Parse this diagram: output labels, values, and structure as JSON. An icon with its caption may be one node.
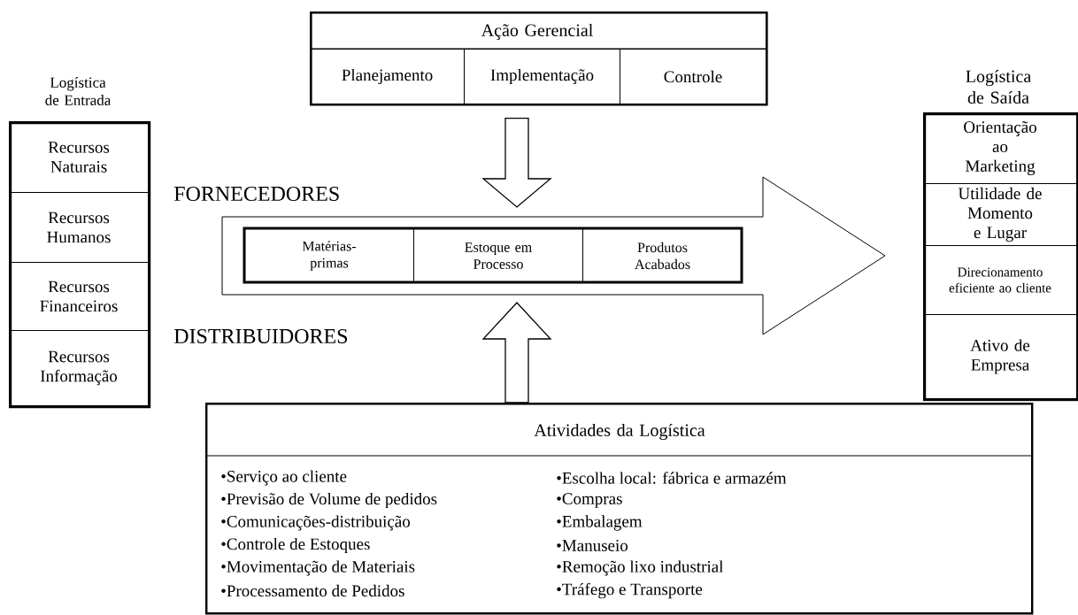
{
  "diagram": {
    "nodes": [
      {
        "text": [
          "Ação Gerencial"
        ]
      },
      {
        "text": [
          "Planejamento"
        ],
        "in": 0
      },
      {
        "text": [
          "Implementação"
        ],
        "in": 0
      },
      {
        "text": [
          "Controle"
        ],
        "in": 0
      },
      {
        "text": [],
        "shape": "arrow"
      },
      {
        "text": [
          "Matérias- primas"
        ],
        "in": 4
      },
      {
        "text": [
          "Estoque em Processo"
        ],
        "in": 4
      },
      {
        "text": [
          "Produtos Acabados"
        ],
        "in": 4
      },
      {
        "text": [
          "Logística de Entrada"
        ]
      },
      {
        "text": [
          "Recursos Naturais"
        ],
        "in": 8
      },
      {
        "text": [
          "Recursos Humanos"
        ],
        "in": 8
      },
      {
        "text": [
          "Recursos Financeiros"
        ],
        "in": 8
      },
      {
        "text": [
          "Recursos Informação"
        ],
        "in": 8
      },
      {
        "text": [
          "Logística de Saída"
        ]
      },
      {
        "text": [
          "Orientação ao Marketing"
        ],
        "in": 13
      },
      {
        "text": [
          "Utilidade de Momento e Lugar"
        ],
        "in": 13
      },
      {
        "text": [
          "Direcionamento eficiente ao cliente"
        ],
        "in": 13
      },
      {
        "text": [
          "Ativo de Empresa"
        ],
        "in": 13
      },
      {
        "text": [
          "Atividades da Logística",
          "•Serviço ao cliente",
          "•Previsão de Volume de pedidos",
          "•Comunicações-distribuição",
          "•Controle de Estoques",
          "•Movimentação de Materiais",
          "•Processamento de Pedidos",
          "•Escolha local:  fábrica e armazém",
          "•Compras",
          "•Embalagem",
          "•Manuseio",
          "•Remoção lixo industrial",
          "•Tráfego e Transporte"
        ]
      }
    ],
    "edges": [
      {
        "from": 0,
        "to": 4,
        "arrow": "to"
      },
      {
        "from": 18,
        "to": 4,
        "arrow": "to"
      }
    ],
    "labels": [
      "FORNECEDORES",
      "DISTRIBUIDORES"
    ]
  }
}
